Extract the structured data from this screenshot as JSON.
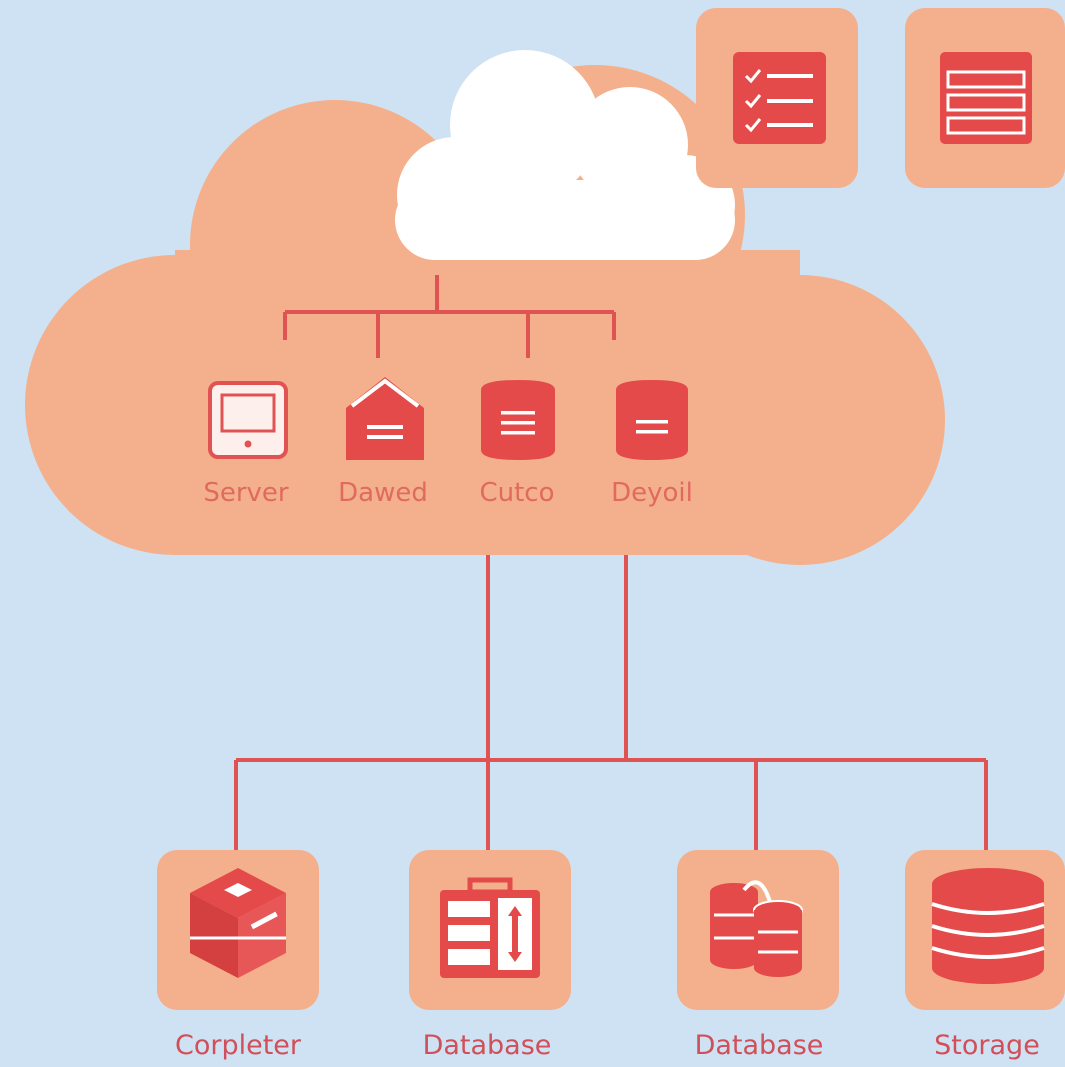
{
  "colors": {
    "background": "#cfe2f3",
    "cloud": "#f4b08c",
    "cloud_white": "#ffffff",
    "accent": "#e34a49",
    "tile": "#f4b08c",
    "connector": "#e05353"
  },
  "top_tiles": [
    {
      "icon": "checklist-icon"
    },
    {
      "icon": "server-rack-icon"
    }
  ],
  "cloud_nodes": [
    {
      "label": "Server",
      "icon": "monitor-icon"
    },
    {
      "label": "Dawed",
      "icon": "house-icon"
    },
    {
      "label": "Cutco",
      "icon": "database-cylinder-icon"
    },
    {
      "label": "Deyoil",
      "icon": "database-cylinder-icon"
    }
  ],
  "bottom_nodes": [
    {
      "label": "Corpleter",
      "icon": "cube-stack-icon"
    },
    {
      "label": "Database",
      "icon": "storage-cabinet-icon"
    },
    {
      "label": "Database",
      "icon": "linked-databases-icon"
    },
    {
      "label": "Storage",
      "icon": "storage-stack-icon"
    }
  ]
}
